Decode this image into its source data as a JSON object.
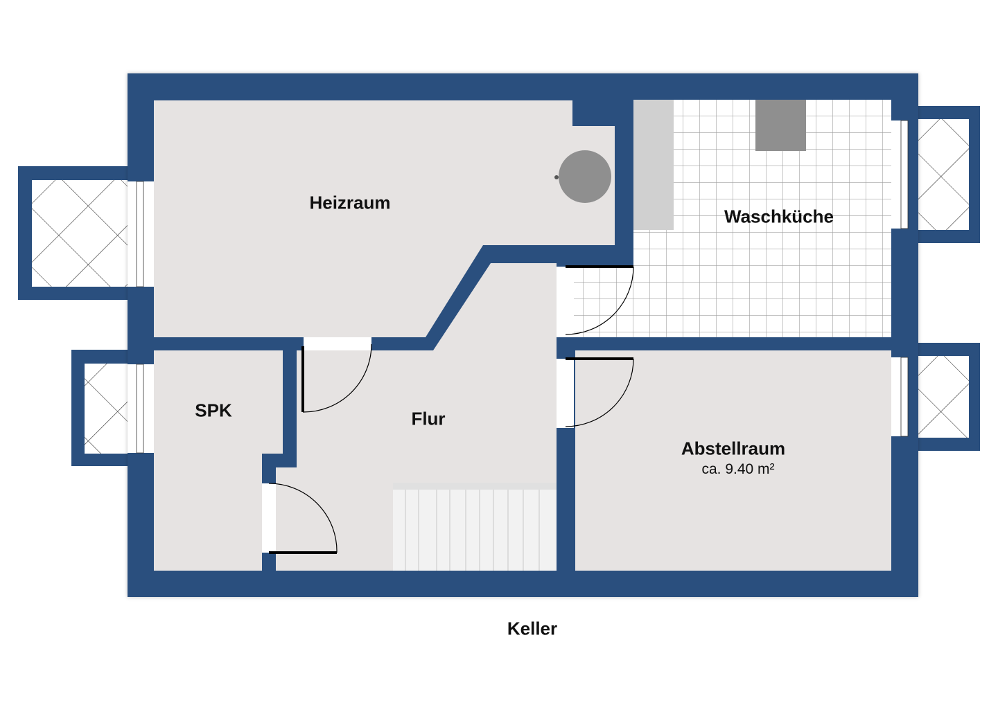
{
  "plan": {
    "title": "Keller",
    "colors": {
      "wall": "#2a4f7e",
      "floor": "#e6e3e2",
      "tile_bg": "#ffffff",
      "tile_line": "#9a9a9a",
      "fixture_dark": "#8f8f8f",
      "fixture_light": "#d0d0d0"
    },
    "rooms": [
      {
        "id": "heizraum",
        "name": "Heizraum"
      },
      {
        "id": "waschkueche",
        "name": "Waschküche"
      },
      {
        "id": "spk",
        "name": "SPK"
      },
      {
        "id": "flur",
        "name": "Flur"
      },
      {
        "id": "abstellraum",
        "name": "Abstellraum",
        "area": "ca. 9.40  m²"
      }
    ]
  }
}
